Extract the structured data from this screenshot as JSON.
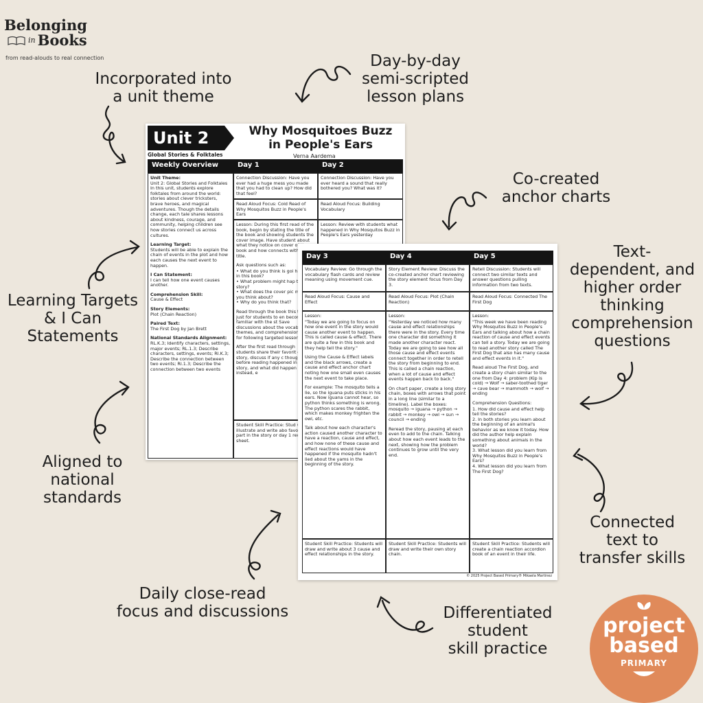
{
  "logo": {
    "line1": "Belonging",
    "line2_small": "in",
    "line3": "Books",
    "tagline": "from read-alouds to real connection"
  },
  "callouts": {
    "unit_theme": [
      "Incorporated into",
      "a unit theme"
    ],
    "lesson_plans": [
      "Day-by-day",
      "semi-scripted",
      "lesson plans"
    ],
    "anchor_charts": [
      "Co-created",
      "anchor charts"
    ],
    "questions": [
      "Text-",
      "dependent, and",
      "higher order",
      "thinking",
      "comprehension",
      "questions"
    ],
    "targets": [
      "Learning Targets",
      "& I Can",
      "Statements"
    ],
    "standards": [
      "Aligned to",
      "national",
      "standards"
    ],
    "connected": [
      "Connected",
      "text to",
      "transfer skills"
    ],
    "close_read": [
      "Daily close-read",
      "focus and discussions"
    ],
    "skill_practice": [
      "Differentiated",
      "student",
      "skill practice"
    ]
  },
  "page1": {
    "unit_label": "Unit 2",
    "unit_subtitle": "Global Stories & Folktales",
    "title_line1": "Why Mosquitoes Buzz",
    "title_line2": "in People's Ears",
    "author": "Verna Aardema",
    "col_overview": "Weekly Overview",
    "col_day1": "Day 1",
    "col_day2": "Day 2",
    "overview": {
      "theme_h": "Unit Theme:",
      "theme": "Unit 2: Global Stories and Folktales In this unit, students explore folktales from around the world: stories about clever tricksters, brave heroes, and magical adventures. Though the details change, each tale shares lessons about kindness, courage, and community, helping children see how stories connect us across cultures.",
      "target_h": "Learning Target:",
      "target": "Students will be able to explain the chain of events in the plot and how each causes the next event to happen.",
      "ican_h": "I Can Statement:",
      "ican": "I can tell how one event causes another.",
      "skill_h": "Comprehension Skill:",
      "skill": "Cause & Effect",
      "elements_h": "Story Elements:",
      "elements": "Plot (Chain Reaction)",
      "paired_h": "Paired Text:",
      "paired": "The First Dog by Jan Brett",
      "standards_h": "National Standards Alignment:",
      "standards": "RL.K.3; Identify characters, settings, major events; RL.1.3; Describe characters, settings, events; RI.K.3; Describe the connection between two events; RI.1.3; Describe the connection between two events"
    },
    "day1": {
      "connection": "Connection Discussion: Have you ever had a huge mess you made that you had to clean up? How did that feel?",
      "focus": "Read Aloud Focus: Cold Read of Why Mosquitos Buzz in People's Ears",
      "lesson": "Lesson: During this first read of the book, begin by stating the title of the book and showing students the cover image. Have student about what they notice on cover of the book and how connects with the title.",
      "ask": "Ask questions such as:",
      "q1": "What do you think is goi happen in this book?",
      "q2": "What problem might hap the story?",
      "q3": "What does the cover pic make you think about?",
      "q4": "Why do you think that?",
      "read": "Read through the book this time just for students to en become familiar with the st Save discussions about the vocabulary, themes, and comprehensions skills for following targeted lessons.",
      "after": "After the first read through students share their favorit of the story, discuss if any c thoughts before reading happened in the story, and what did happen instead, e",
      "practice": "Student Skill Practice: Stud will illustrate and write abo favorite part in the story or day 1 recording sheet."
    },
    "day2": {
      "connection": "Connection Discussion: Have you ever heard a sound that really bothered you? What was it?",
      "focus": "Read Aloud Focus: Building Vocabulary",
      "lesson": "Lesson: Review with students what happened in Why Mosquitos Buzz in People's Ears yesterday"
    }
  },
  "page2": {
    "col_day3": "Day 3",
    "col_day4": "Day 4",
    "col_day5": "Day 5",
    "day3": {
      "review": "Vocabulary Review: Go through the vocabulary flash cards and review meaning using movement cue.",
      "focus": "Read Aloud Focus: Cause and Effect",
      "lesson_h": "Lesson:",
      "lesson1": "\"Today we are going to focus on how one event in the story would cause another event to happen. This is called cause & effect. There are quite a few in this book and they help tell the story.\"",
      "lesson2": "Using the Cause & Effect labels and the black arrows, create a cause and effect anchor chart noting how one small even causes the next event to take place.",
      "lesson3": "For example: The mosquito tells a lie, so the iguana puts sticks in his ears. Now iguana cannot hear, so python thinks something is wrong. The python scares the rabbit, which makes monkey frighten the owl, etc.",
      "lesson4": "Talk about how each character's action caused another character to have a reaction, cause and effect, and how none of these cause and effect reactions would have happened if the mosquito hadn't lied about the yams in the beginning of the story.",
      "practice": "Student Skill Practice: Students will draw and write about 3 cause and effect relationships in the story."
    },
    "day4": {
      "review": "Story Element Review: Discuss the co-created anchor chart reviewing the story element focus from Day 3.",
      "focus": "Read Aloud Focus: Plot (Chain Reaction)",
      "lesson_h": "Lesson:",
      "lesson1": "\"Yesterday we noticed how many cause and effect relationships there were in the story. Every time one character did something it made another character react. Today we are going to see how all those cause and effect events connect together in order to retell the story from beginning to end. This is called a chain reaction, when a lot of cause and effect events happen back to back.\"",
      "lesson2": "On chart paper, create a long story chain, boxes with arrows that point in a long line (similar to a timeline). Label the boxes: mosquito → iguana → python → rabbit → monkey → owl → sun → council → ending",
      "lesson3": "Reread the story, pausing at each even to add to the chain. Talking about how each event leads to the next, showing how the problem continues to grow until the very end.",
      "practice": "Student Skill Practice: Students will draw and write their own story chain."
    },
    "day5": {
      "review": "Retell Discussion: Students will connect two similar texts and answer questions pulling information from two texts.",
      "focus": "Read Aloud Focus: Connected The First Dog",
      "lesson_h": "Lesson:",
      "lesson1": "\"This week we have been reading Why Mosquitos Buzz in People's Ears and talking about how a chain reaction of cause and effect events can tell a story. Today we are going to read another story called The First Dog that also has many cause and effect events in it.\"",
      "lesson2": "Read aloud The First Dog, and create a story chain similar to the one from Day 4: problem (Kip is cold) → Wolf → saber-toothed tiger → cave bear → mammoth → wolf → ending",
      "questions_h": "Comprehension Questions:",
      "q1": "How did cause and effect help tell the stories?",
      "q2": "In both stories you learn about the beginning of an animal's behavior as we know it today. How did the author help explain something about animals in the world?",
      "q3": "What lesson did you learn from Why Mosquitos Buzz in People's Ears?",
      "q4": "What lesson did you learn from The First Dog?",
      "practice": "Student Skill Practice: Students will create a chain reaction accordion book of an event in their life."
    },
    "footer": "© 2025 Project Based Primary® Mikaela Martinez"
  },
  "badge": {
    "line1": "project",
    "line2": "based",
    "line3": "PRIMARY"
  },
  "colors": {
    "background": "#ede7dd",
    "badge": "#e08a5a",
    "header": "#141414"
  }
}
